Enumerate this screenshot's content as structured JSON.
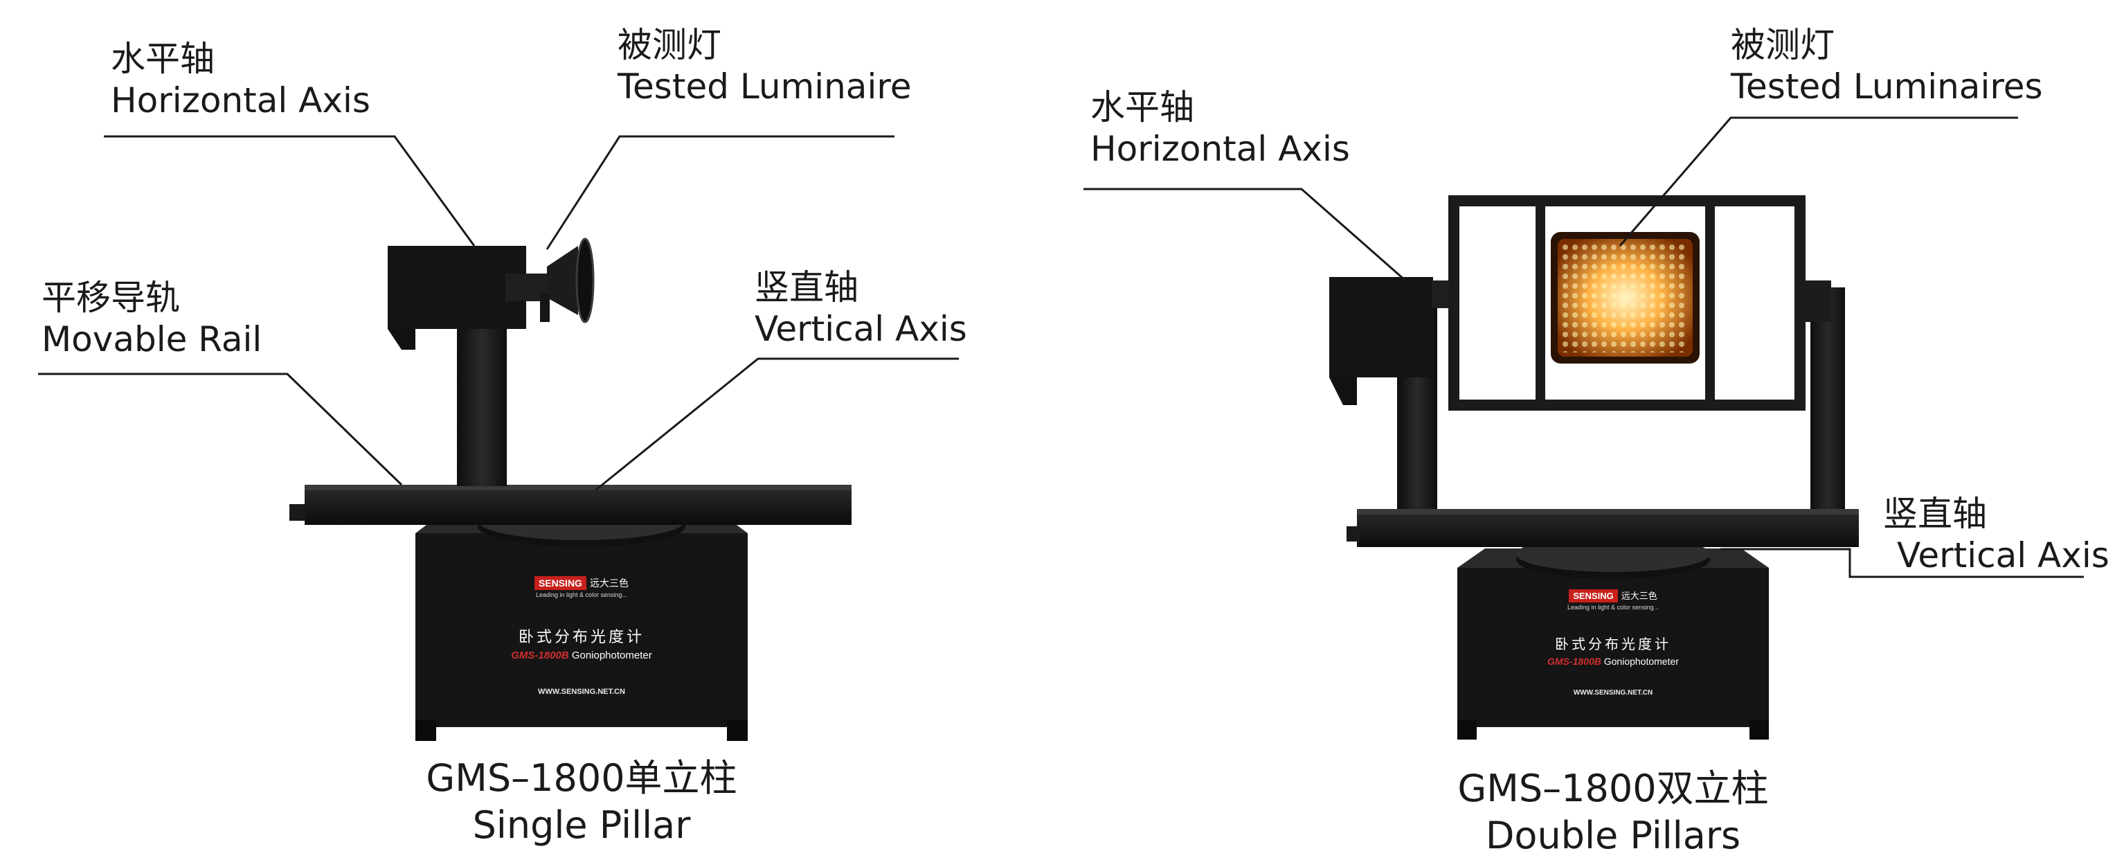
{
  "left_device": {
    "labels": {
      "horizontal_axis": {
        "zh": "水平轴",
        "en": "Horizontal Axis"
      },
      "tested_luminaire": {
        "zh": "被测灯",
        "en": "Tested Luminaire"
      },
      "movable_rail": {
        "zh": "平移导轨",
        "en": "Movable Rail"
      },
      "vertical_axis": {
        "zh": "竖直轴",
        "en": "Vertical Axis"
      }
    },
    "caption": {
      "line1": "GMS–1800单立柱",
      "line2": "Single Pillar"
    },
    "base": {
      "logo": "SENSING",
      "logo_zh": "远大三色",
      "tagline": "Leading in light & color sensing...",
      "name_zh": "卧式分布光度计",
      "model": "GMS-1800B",
      "model_suffix": "Goniophotometer",
      "url": "WWW.SENSING.NET.CN"
    }
  },
  "right_device": {
    "labels": {
      "horizontal_axis": {
        "zh": "水平轴",
        "en": "Horizontal Axis"
      },
      "tested_luminaires": {
        "zh": "被测灯",
        "en": "Tested Luminaires"
      },
      "vertical_axis": {
        "zh": "竖直轴",
        "en": "Vertical Axis"
      }
    },
    "caption": {
      "line1": "GMS–1800双立柱",
      "line2": "Double Pillars"
    },
    "base": {
      "logo": "SENSING",
      "logo_zh": "远大三色",
      "tagline": "Leading in light & color sensing...",
      "name_zh": "卧式分布光度计",
      "model": "GMS-1800B",
      "model_suffix": "Goniophotometer",
      "url": "WWW.SENSING.NET.CN"
    }
  },
  "colors": {
    "device_body": "#1b1b1b",
    "device_highlight": "#333333",
    "led_glow": "#ffb347",
    "line": "#1a1a1a"
  }
}
